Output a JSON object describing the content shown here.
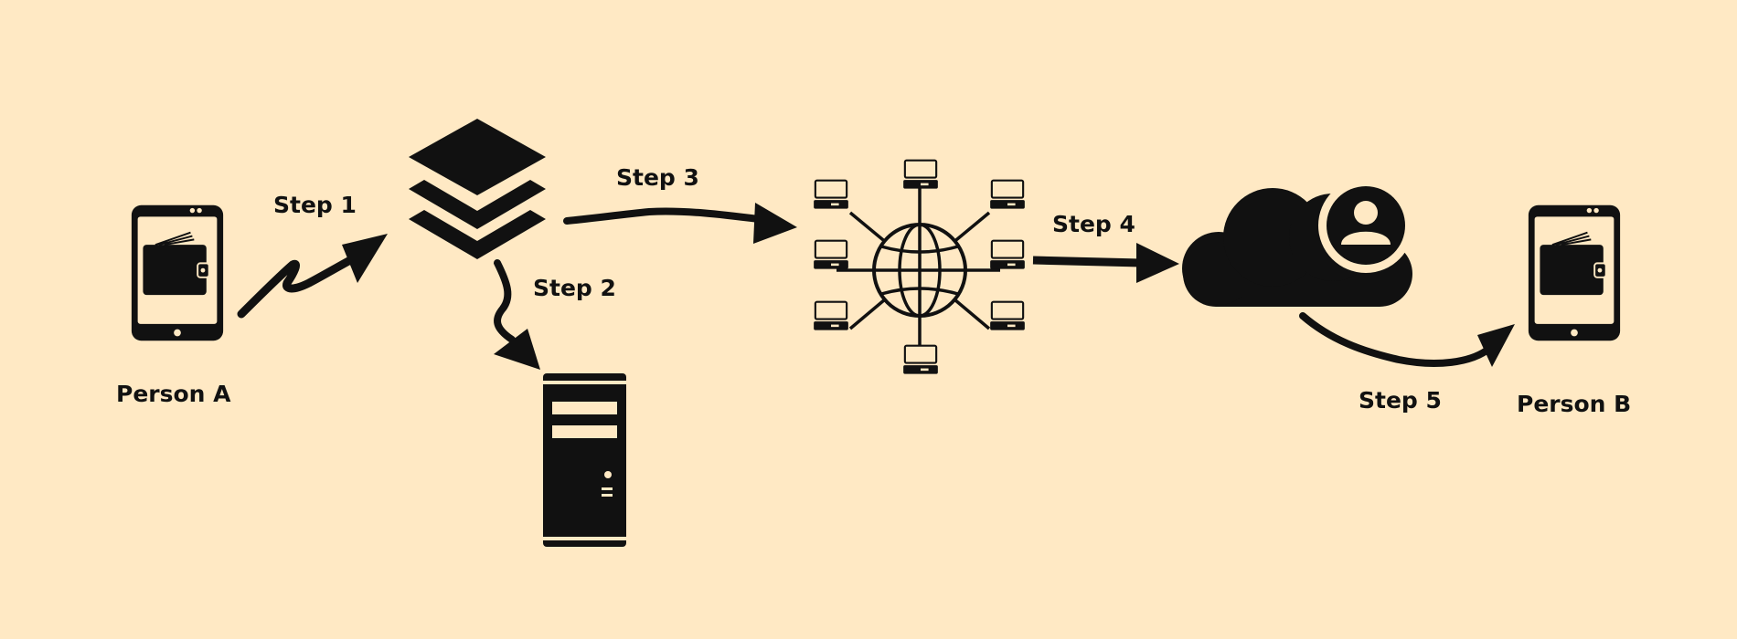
{
  "diagram": {
    "labels": {
      "person_a": "Person A",
      "person_b": "Person B",
      "step1": "Step 1",
      "step2": "Step 2",
      "step3": "Step 3",
      "step4": "Step 4",
      "step5": "Step 5"
    },
    "icons": {
      "sender_device": "tablet-wallet-icon",
      "layers": "layers-icon",
      "server": "server-tower-icon",
      "network": "global-network-icon",
      "cloud": "cloud-user-icon",
      "receiver_device": "tablet-wallet-icon"
    },
    "colors": {
      "background": "#FFE9C4",
      "ink": "#111111"
    }
  }
}
